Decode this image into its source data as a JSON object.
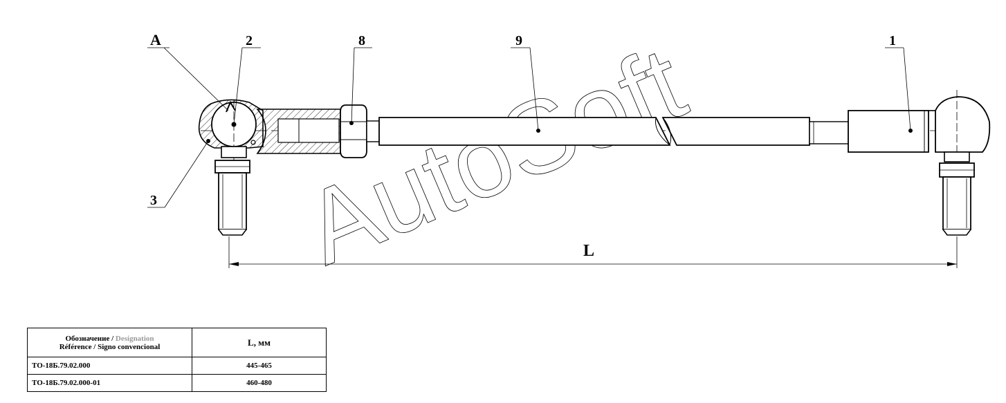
{
  "drawing": {
    "callouts": {
      "a": "A",
      "n2": "2",
      "n8": "8",
      "n9": "9",
      "n1": "1",
      "n3": "3"
    },
    "dimension": "L",
    "watermark": "AutoSoft"
  },
  "table": {
    "header": {
      "designation_ru": "Обозначение /",
      "designation_en": "Designation",
      "reference": "Référence / Signo convencional",
      "length": "L, мм"
    },
    "rows": [
      {
        "designation": "ТО-18Б.79.02.000",
        "length": "445-465"
      },
      {
        "designation": "ТО-18Б.79.02.000-01",
        "length": "460-480"
      }
    ]
  }
}
